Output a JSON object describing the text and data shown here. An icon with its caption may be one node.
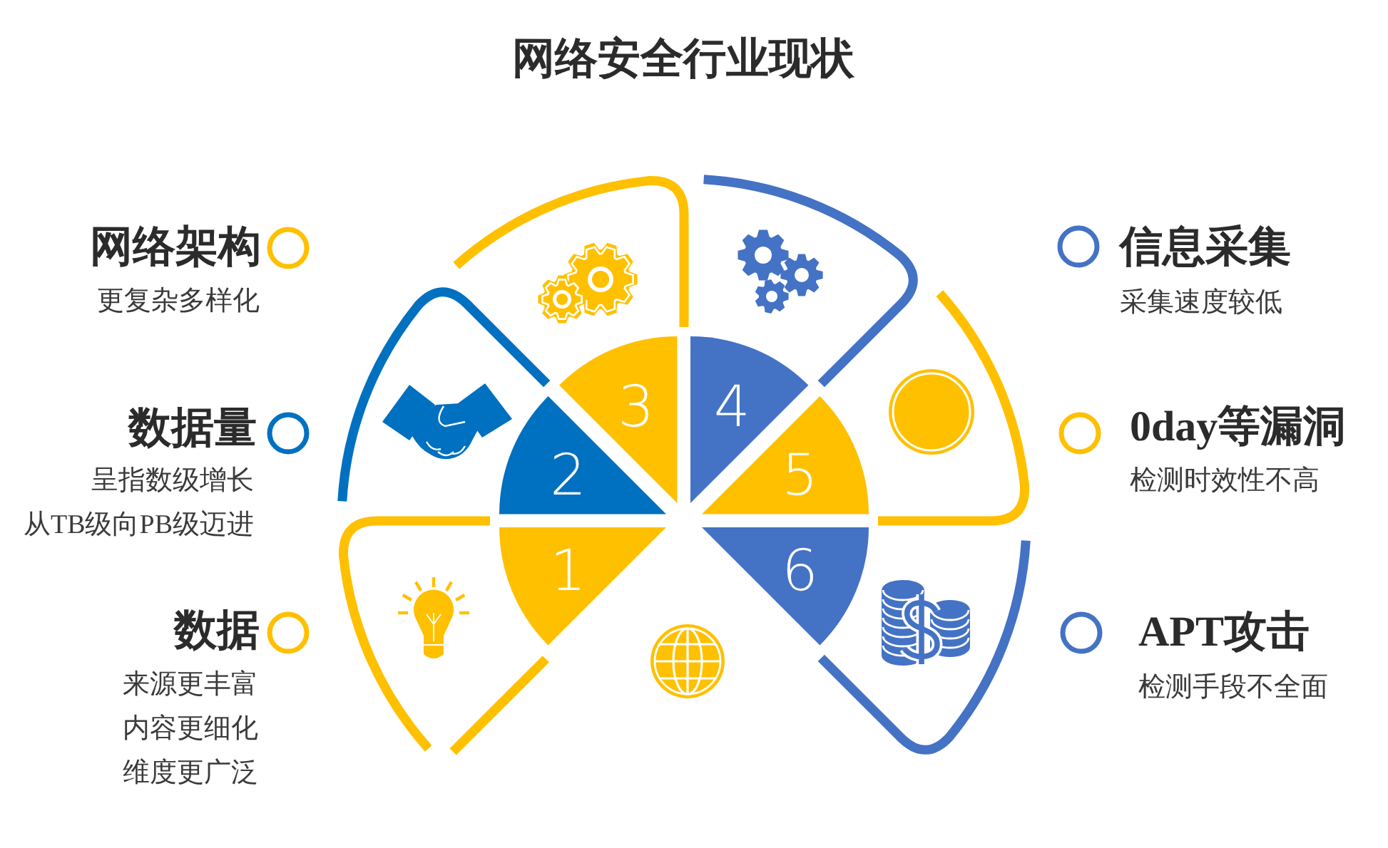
{
  "diagram": {
    "title": "网络安全行业现状",
    "nodes": [
      {
        "text": [
          "1"
        ]
      },
      {
        "text": [
          "2"
        ]
      },
      {
        "text": [
          "3"
        ]
      },
      {
        "text": [
          "4"
        ]
      },
      {
        "text": [
          "5"
        ]
      },
      {
        "text": [
          "6"
        ]
      }
    ],
    "labels": [
      "网络架构",
      "更复杂多样化",
      "信息采集",
      "采集速度较低",
      "数据量",
      "呈指数级增长",
      "从TB级向PB级迈进",
      "0day等漏洞",
      "检测时效性不高",
      "数据",
      "来源更丰富",
      "内容更细化",
      "维度更广泛",
      "APT攻击",
      "检测手段不全面"
    ]
  }
}
